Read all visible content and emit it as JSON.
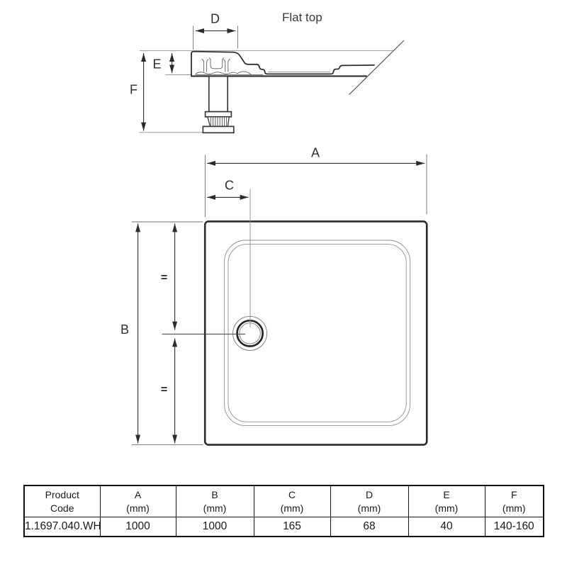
{
  "side_view": {
    "label": "Flat top",
    "dim_d": "D",
    "dim_e": "E",
    "dim_f": "F"
  },
  "top_view": {
    "dim_a": "A",
    "dim_b": "B",
    "dim_c": "C",
    "equal_top": "=",
    "equal_bottom": "="
  },
  "table": {
    "columns": [
      {
        "line1": "Product",
        "line2": "Code"
      },
      {
        "line1": "A",
        "line2": "(mm)"
      },
      {
        "line1": "B",
        "line2": "(mm)"
      },
      {
        "line1": "C",
        "line2": "(mm)"
      },
      {
        "line1": "D",
        "line2": "(mm)"
      },
      {
        "line1": "E",
        "line2": "(mm)"
      },
      {
        "line1": "F",
        "line2": "(mm)"
      }
    ],
    "rows": [
      [
        "1.1697.040.WH",
        "1000",
        "1000",
        "165",
        "68",
        "40",
        "140-160"
      ]
    ]
  },
  "colors": {
    "drawing_line": "#2e2e2e",
    "thin_line": "#8c8c8c",
    "table_border": "#111111",
    "text": "#1a1a1a"
  }
}
